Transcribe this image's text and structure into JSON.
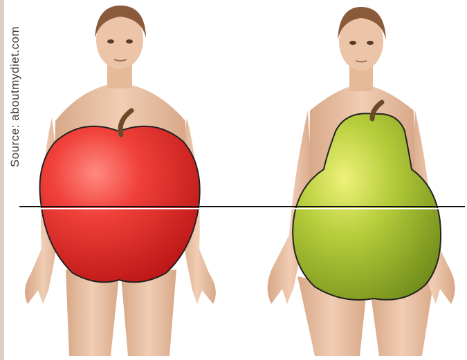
{
  "credit": {
    "source_text": "Source:  aboutmydiet.com"
  },
  "figures": [
    {
      "name": "apple-shape",
      "fruit": "apple",
      "fruit_color": "#e8302c",
      "skin_color": "#e9c1a6"
    },
    {
      "name": "pear-shape",
      "fruit": "pear",
      "fruit_color": "#a9c43a",
      "skin_color": "#e9c1a6"
    }
  ],
  "colors": {
    "line": "#111111",
    "hair": "#8a5a3a",
    "stem": "#6b4a2a"
  }
}
